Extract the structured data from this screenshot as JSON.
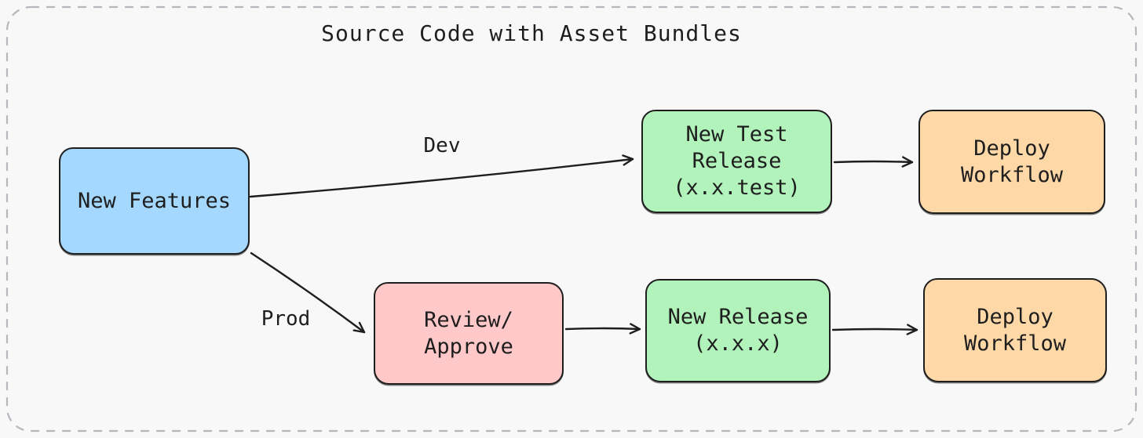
{
  "diagram": {
    "title": "Source Code with Asset Bundles",
    "colors": {
      "background": "#f8f8f8",
      "stroke": "#1e1e1e",
      "frame_dash": "#b4b8bc",
      "node_blue": "#a5d8ff",
      "node_green": "#b2f2bb",
      "node_orange": "#ffd8a8",
      "node_pink": "#ffc9c9"
    },
    "nodes": [
      {
        "id": "new-features",
        "label": "New Features",
        "fill": "#a5d8ff"
      },
      {
        "id": "new-test-release",
        "label": "New Test\nRelease\n(x.x.test)",
        "fill": "#b2f2bb"
      },
      {
        "id": "deploy-workflow-dev",
        "label": "Deploy\nWorkflow",
        "fill": "#ffd8a8"
      },
      {
        "id": "review-approve",
        "label": "Review/\nApprove",
        "fill": "#ffc9c9"
      },
      {
        "id": "new-release",
        "label": "New Release\n(x.x.x)",
        "fill": "#b2f2bb"
      },
      {
        "id": "deploy-workflow-prod",
        "label": "Deploy\nWorkflow",
        "fill": "#ffd8a8"
      }
    ],
    "edges": [
      {
        "from": "new-features",
        "to": "new-test-release",
        "label": "Dev"
      },
      {
        "from": "new-test-release",
        "to": "deploy-workflow-dev",
        "label": ""
      },
      {
        "from": "new-features",
        "to": "review-approve",
        "label": "Prod"
      },
      {
        "from": "review-approve",
        "to": "new-release",
        "label": ""
      },
      {
        "from": "new-release",
        "to": "deploy-workflow-prod",
        "label": ""
      }
    ]
  }
}
